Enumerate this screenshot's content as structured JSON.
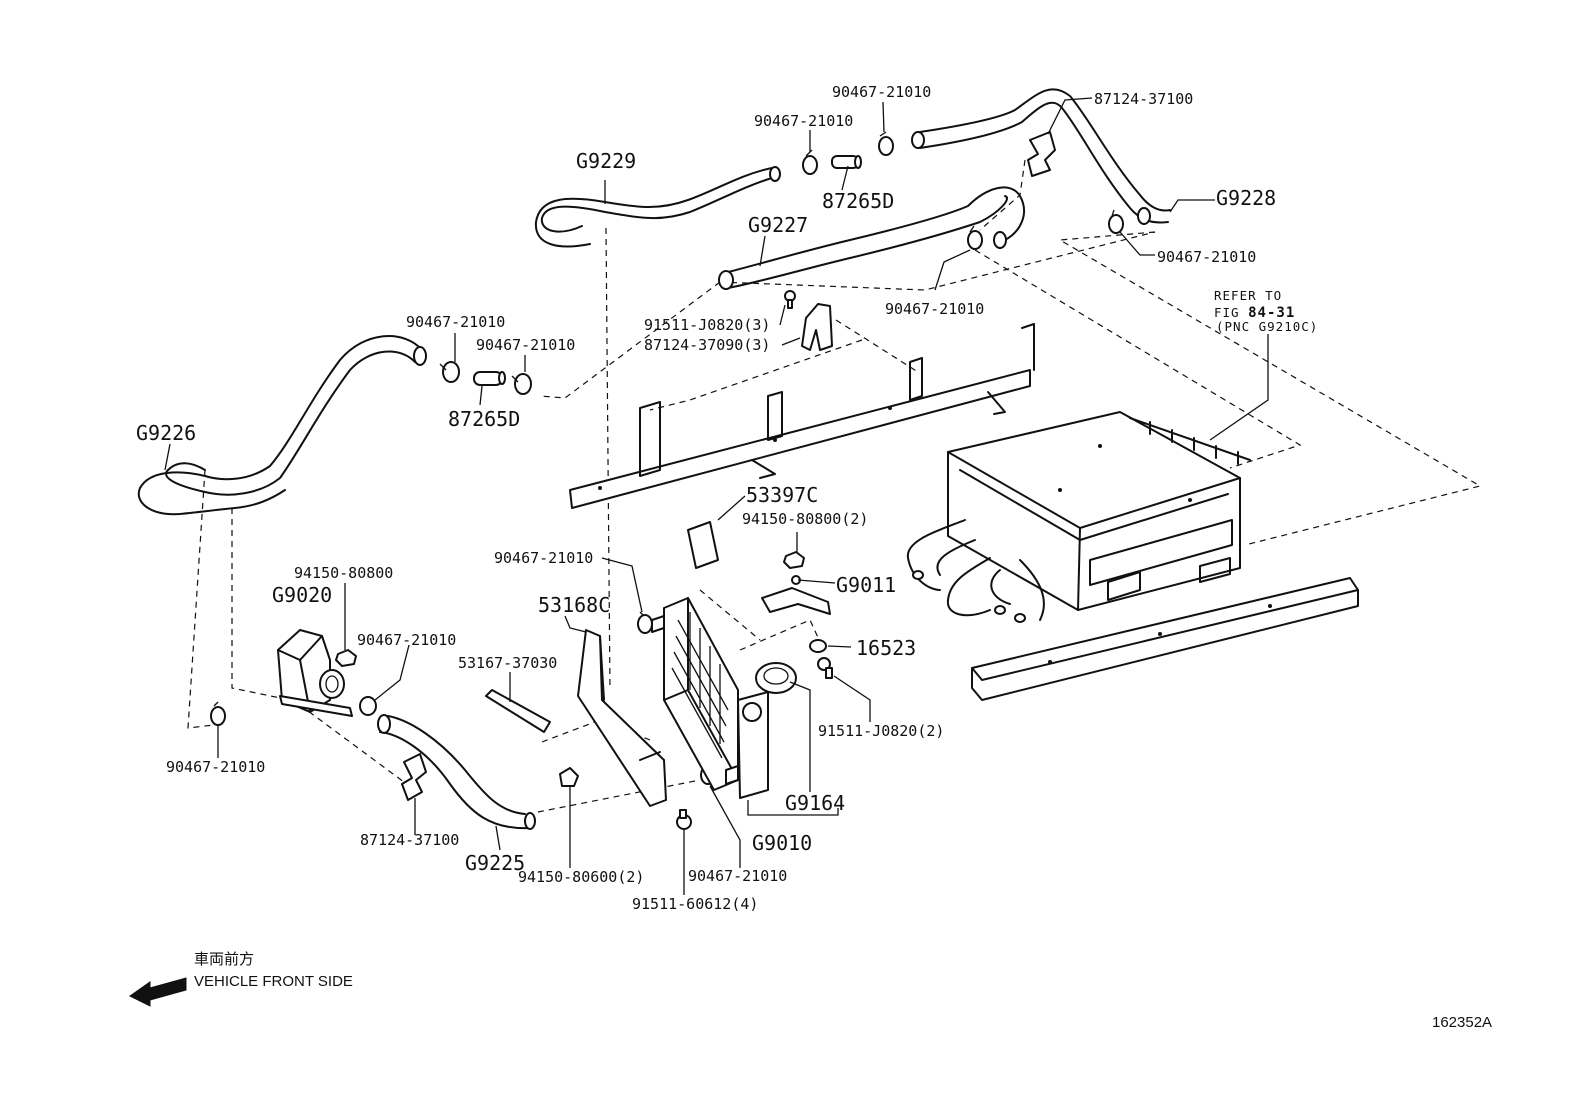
{
  "diagram": {
    "parts": {
      "g9229": "G9229",
      "g9228": "G9228",
      "g9227": "G9227",
      "g9226": "G9226",
      "g9225": "G9225",
      "g9020": "G9020",
      "g9011": "G9011",
      "g9164": "G9164",
      "g9010": "G9010",
      "p53397c": "53397C",
      "p53168c": "53168C",
      "p16523": "16523",
      "p87265d_top": "87265D",
      "p87265d_left": "87265D"
    },
    "part_numbers": {
      "clamp_top_center": "90467-21010",
      "clamp_top_left": "90467-21010",
      "clip_top_right": "87124-37100",
      "clamp_right": "90467-21010",
      "clamp_g9227": "90467-21010",
      "clamp_left_a": "90467-21010",
      "clamp_left_b": "90467-21010",
      "bolt_bracket": "91511-J0820(3)",
      "clip_bracket": "87124-37090(3)",
      "nut_top": "94150-80800(2)",
      "clamp_cooler": "90467-21010",
      "nut_pump": "94150-80800",
      "clamp_pump": "90467-21010",
      "stay": "53167-37030",
      "bolt_right": "91511-J0820(2)",
      "clamp_lower_left": "90467-21010",
      "clip_lower_left": "87124-37100",
      "nut_bottom": "94150-80600(2)",
      "clamp_bottom": "90467-21010",
      "bolt_bottom": "91511-60612(4)"
    },
    "refer": {
      "line1": "REFER TO",
      "line2_prefix": "FIG ",
      "line2_fig": "84-31",
      "line3": "(PNC G9210C)"
    },
    "direction": {
      "japanese": "車両前方",
      "english": "VEHICLE FRONT SIDE"
    },
    "figure_id": "162352A"
  }
}
